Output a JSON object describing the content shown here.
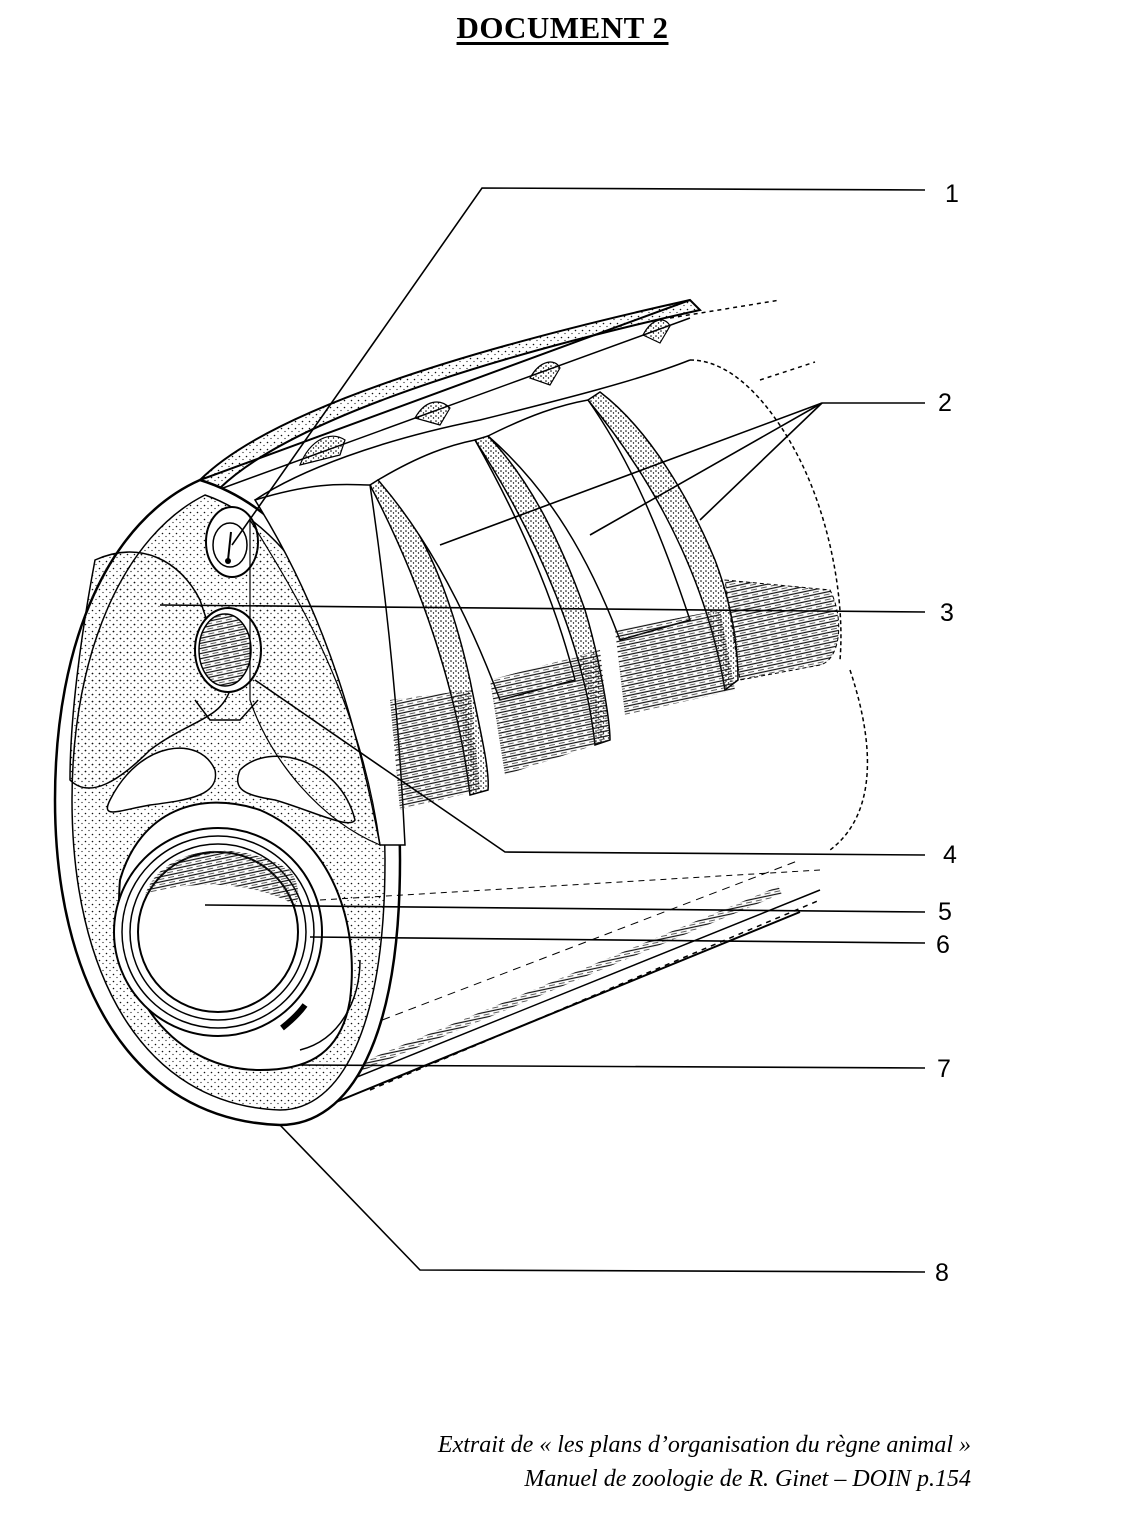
{
  "document": {
    "title": "DOCUMENT 2"
  },
  "figure": {
    "labels": [
      "1",
      "2",
      "3",
      "4",
      "5",
      "6",
      "7",
      "8"
    ]
  },
  "caption": {
    "line1": "Extrait de « les plans d’organisation du règne animal »",
    "line2": "Manuel de zoologie de R. Ginet – DOIN p.154"
  }
}
